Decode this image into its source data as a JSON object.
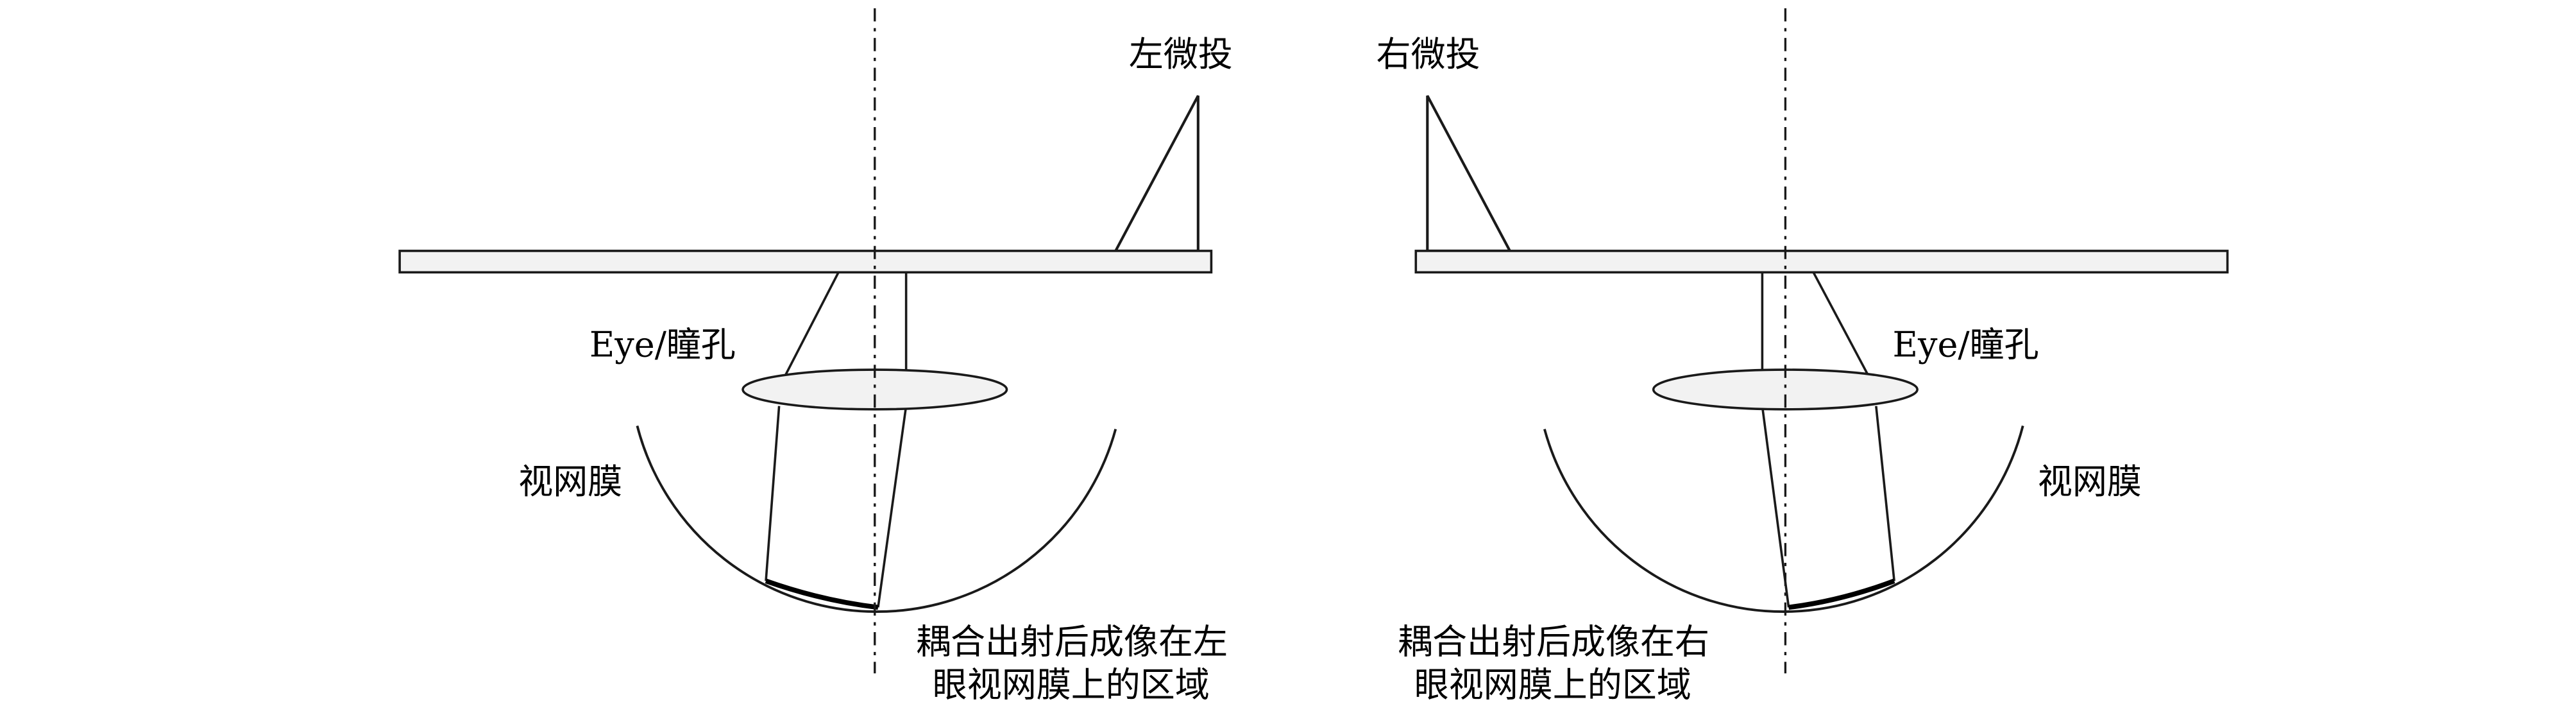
{
  "left": {
    "projector_label": "左微投",
    "pupil_label": "Eye/瞳孔",
    "retina_label": "视网膜",
    "region_label_line1": "耦合出射后成像在左",
    "region_label_line2": "眼视网膜上的区域"
  },
  "right": {
    "projector_label": "右微投",
    "pupil_label": "Eye/瞳孔",
    "retina_label": "视网膜",
    "region_label_line1": "耦合出射后成像在右",
    "region_label_line2": "眼视网膜上的区域"
  },
  "colors": {
    "stroke": "#1a1a1a",
    "waveguide_fill": "#f2f2f2",
    "lens_fill": "#f2f2f2",
    "region_highlight": "#000000"
  }
}
